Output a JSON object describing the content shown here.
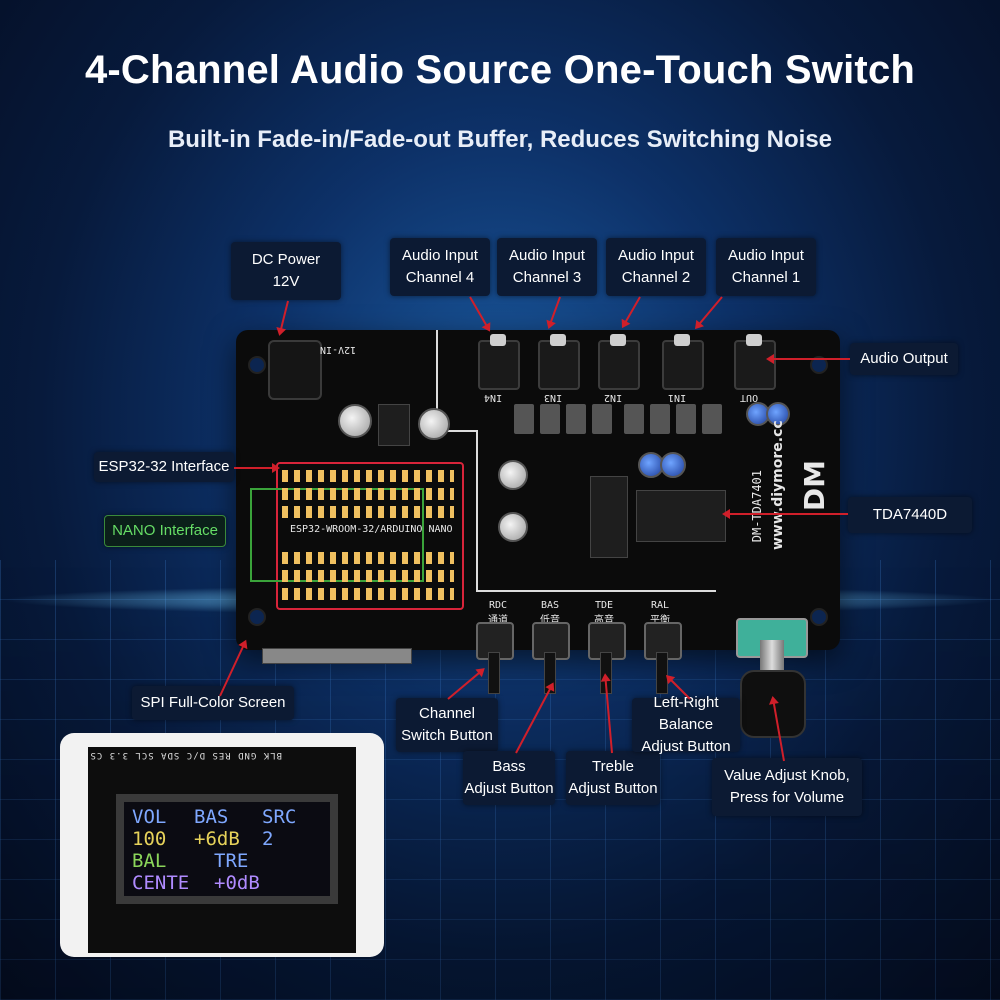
{
  "header": {
    "title": "4-Channel Audio Source One-Touch Switch",
    "subtitle": "Built-in Fade-in/Fade-out Buffer, Reduces Switching Noise"
  },
  "callouts": {
    "dc_power": "DC Power\n12V",
    "input4": "Audio Input\nChannel 4",
    "input3": "Audio Input\nChannel 3",
    "input2": "Audio Input\nChannel 2",
    "input1": "Audio Input\nChannel 1",
    "audio_output": "Audio Output",
    "esp32": "ESP32-32 Interface",
    "nano": "NANO Interface",
    "tda": "TDA7440D",
    "spi_screen": "SPI Full-Color Screen",
    "channel_switch": "Channel\nSwitch Button",
    "bass": "Bass\nAdjust Button",
    "treble": "Treble\nAdjust Button",
    "balance": "Left-Right Balance\nAdjust Button",
    "knob": "Value Adjust Knob,\nPress for Volume"
  },
  "board": {
    "header_silk": "ESP32-WROOM-32/ARDUINO NANO",
    "power_silk": "12V-IN",
    "jack_labels": [
      "IN4",
      "IN3",
      "IN2",
      "IN1",
      "OUT"
    ],
    "button_labels": [
      {
        "code": "RDC",
        "cn": "通道"
      },
      {
        "code": "BAS",
        "cn": "低音"
      },
      {
        "code": "TDE",
        "cn": "高音"
      },
      {
        "code": "RAL",
        "cn": "平衡"
      }
    ],
    "website": "www.diymore.cc",
    "model": "DM-TDA7401",
    "brand": "DM"
  },
  "screen": {
    "pins": "BLK GND RES D/C SDA SCL 3.3 CS",
    "rows": [
      [
        {
          "text": "VOL",
          "color": "#7fa8ff"
        },
        {
          "text": "BAS",
          "color": "#7fa8ff"
        },
        {
          "text": "SRC",
          "color": "#7fa8ff"
        }
      ],
      [
        {
          "text": "100",
          "color": "#e6d25a"
        },
        {
          "text": "+6dB",
          "color": "#e6d25a"
        },
        {
          "text": "2",
          "color": "#7fa8ff"
        }
      ],
      [
        {
          "text": "BAL",
          "color": "#8bd65a"
        },
        {
          "text": "TRE",
          "color": "#7fa8ff"
        }
      ],
      [
        {
          "text": "CENTE",
          "color": "#b08bff"
        },
        {
          "text": "+0dB",
          "color": "#b08bff"
        }
      ]
    ]
  },
  "colors": {
    "arrow": "#d01f2a",
    "callout_bg": "#0c1a33",
    "esp32_frame": "#d8243a",
    "nano_frame": "#3aa33a"
  }
}
